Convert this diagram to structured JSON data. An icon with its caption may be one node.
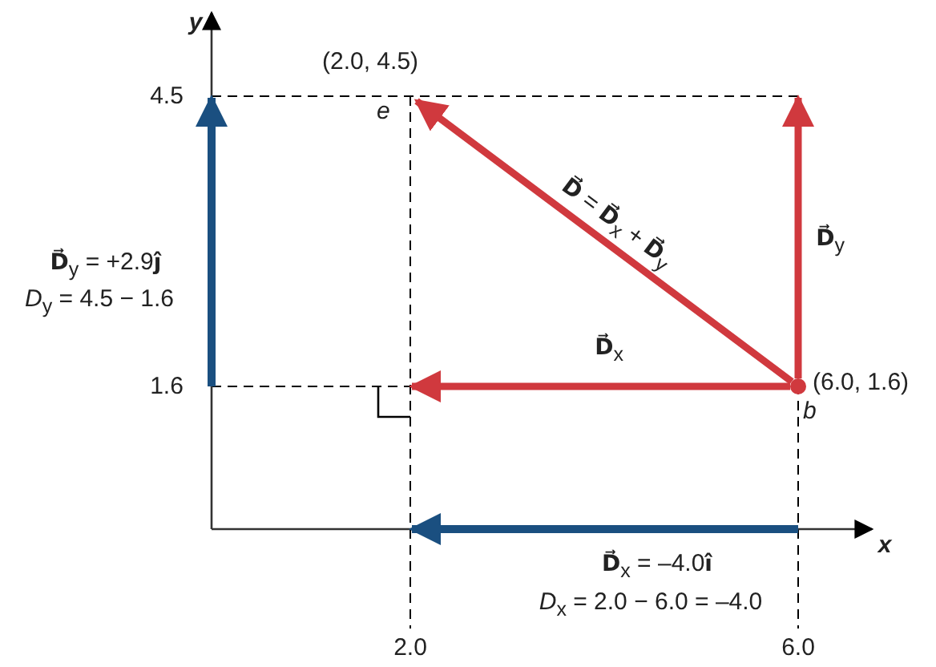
{
  "diagram": {
    "nodes": [
      {
        "text": [
          "b"
        ],
        "beside": [
          "(6.0, 1.6)"
        ]
      },
      {
        "text": [
          "e"
        ],
        "beside": [
          "(2.0, 4.5)"
        ]
      },
      {
        "text": [],
        "shape": "corner"
      }
    ],
    "edges": [
      {
        "from": 0,
        "to": 1,
        "arrow": "to",
        "label": "**D⃗** = **D⃗**$_{x}$ + **D⃗**$_{y}$"
      },
      {
        "from": 0,
        "to": 2,
        "arrow": "to",
        "label": "**D⃗**$_{x}$"
      },
      {
        "from": 0,
        "to": null,
        "arrow": "to",
        "label": "**D⃗**$_{y}$"
      }
    ],
    "labels": [
      "y",
      "4.5",
      "**D⃗**$_{y}$ = +2.9**ĵ**",
      "*D*$_{y}$ = 4.5 − 1.6",
      "1.6",
      "x",
      "**D⃗**$_{x}$ = –4.0**î**",
      "*D*$_{x}$ = 2.0 − 6.0 = –4.0",
      "2.0",
      "6.0"
    ]
  }
}
